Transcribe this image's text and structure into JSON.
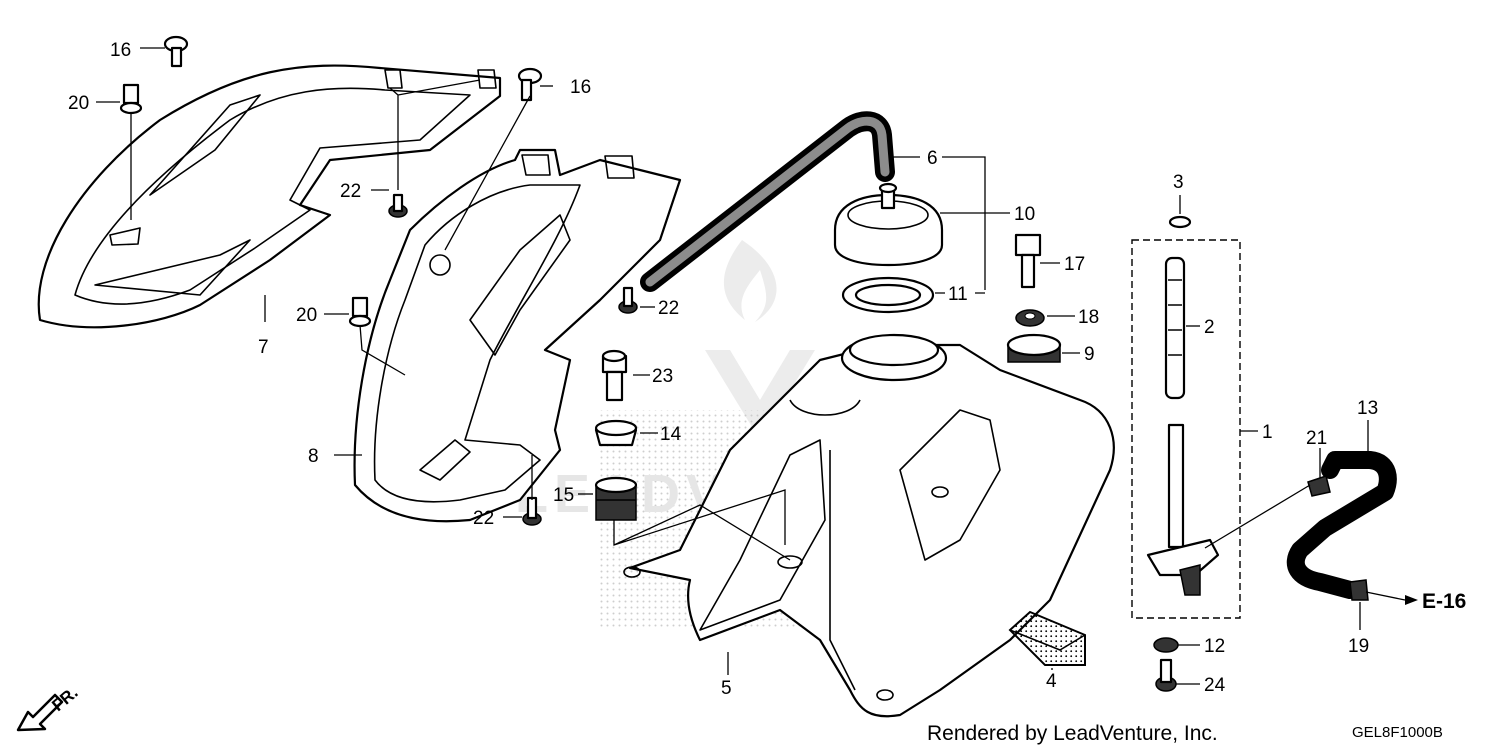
{
  "diagram": {
    "callouts": {
      "c1": "1",
      "c2": "2",
      "c3": "3",
      "c4": "4",
      "c5": "5",
      "c6": "6",
      "c7": "7",
      "c8": "8",
      "c9": "9",
      "c10": "10",
      "c11": "11",
      "c12": "12",
      "c13": "13",
      "c14": "14",
      "c15": "15",
      "c16a": "16",
      "c16b": "16",
      "c17": "17",
      "c18": "18",
      "c19": "19",
      "c20a": "20",
      "c20b": "20",
      "c21": "21",
      "c22a": "22",
      "c22b": "22",
      "c22c": "22",
      "c23": "23",
      "c24": "24"
    },
    "reference": "E-16",
    "direction_label": "FR.",
    "credit": "Rendered by LeadVenture, Inc.",
    "diagram_code": "GEL8F1000B",
    "watermark": "LEADVENTURE"
  }
}
